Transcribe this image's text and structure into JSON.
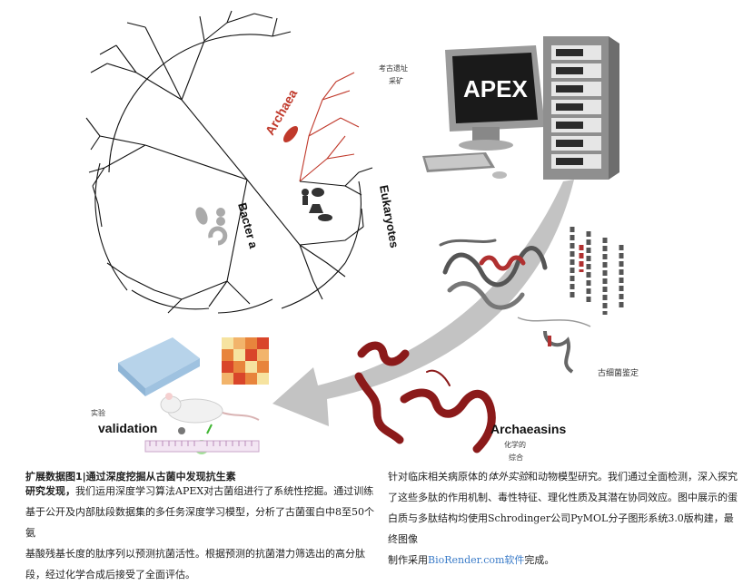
{
  "figure": {
    "tree_labels": {
      "archaea": "Archaea",
      "eukaryotes": "Eukaryotes",
      "bacteria": "Bacter a"
    },
    "excavation_note": {
      "line1": "考古遗址",
      "line2": "采矿"
    },
    "apex_label": "APEX",
    "archaea_identify": "古细菌鉴定",
    "experiment_note": "实验",
    "validation": "validation",
    "archaeasins": "Archaeasins",
    "chemistry_note": {
      "line1": "化学的",
      "line2": "综合"
    }
  },
  "caption": {
    "title": "扩展数据图1|通过深度挖掘从古菌中发现抗生素",
    "left": {
      "lead": "研究发现，",
      "line1": "我们运用深度学习算法APEX对古菌组进行了系统性挖掘。通过训练",
      "line2": "基于公开及内部肽段数据集的多任务深度学习模型，分析了古菌蛋白中8至50个氨",
      "line3": "基酸残基长度的肽序列以预测抗菌活性。根据预测的抗菌潜力筛选出的高分肽",
      "line4": "段，经过化学合成后接受了全面评估。"
    },
    "right": {
      "line1_a": "针对临床相关病原体的",
      "line1_italic": "体外实验",
      "line1_b": "和动物模型研究。我们通过全面检测，深入探究",
      "line2": "了这些多肽的作用机制、毒性特征、理化性质及其潜在协同效应。图中展示的蛋",
      "line3": "白质与多肽结构均使用Schrodinger公司PyMOL分子图形系统3.0版构建，最终图像",
      "line4_a": "制作采用",
      "line4_link": "BioRender.com软件",
      "line4_b": "完成。"
    }
  }
}
